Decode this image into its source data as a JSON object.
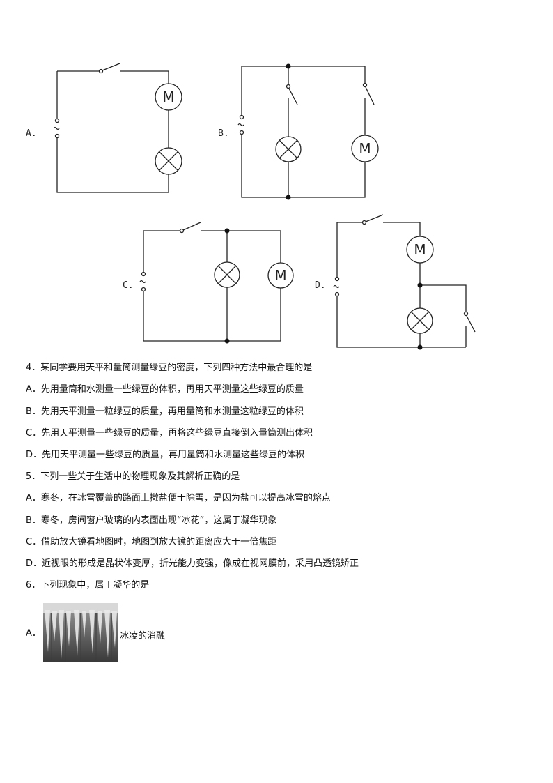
{
  "circuits": {
    "label_a": "A.",
    "label_b": "B.",
    "label_c": "C.",
    "label_d": "D.",
    "motor_symbol": "M",
    "source_symbol": "~"
  },
  "q4": {
    "stem": "4．某同学要用天平和量筒测量绿豆的密度，下列四种方法中最合理的是",
    "a": "A．先用量筒和水测量一些绿豆的体积，再用天平测量这些绿豆的质量",
    "b": "B．先用天平测量一粒绿豆的质量，再用量筒和水测量这粒绿豆的体积",
    "c": "C．先用天平测量一些绿豆的质量，再将这些绿豆直接倒入量筒测出体积",
    "d": "D．先用天平测量一些绿豆的质量，再用量筒和水测量这些绿豆的体积"
  },
  "q5": {
    "stem": "5．下列一些关于生活中的物理现象及其解析正确的是",
    "a": "A．寒冬，在冰雪覆盖的路面上撒盐便于除雪，是因为盐可以提高冰雪的熔点",
    "b": "B．寒冬，房间窗户玻璃的内表面出现“冰花”，这属于凝华现象",
    "c": "C．借助放大镜看地图时，地图到放大镜的距离应大于一倍焦距",
    "d": "D．近视眼的形成是晶状体变厚，折光能力变强，像成在视网膜前，采用凸透镜矫正"
  },
  "q6": {
    "stem": "6．下列现象中，属于凝华的是",
    "a_label": "A．",
    "a_caption": "冰凌的消融"
  }
}
